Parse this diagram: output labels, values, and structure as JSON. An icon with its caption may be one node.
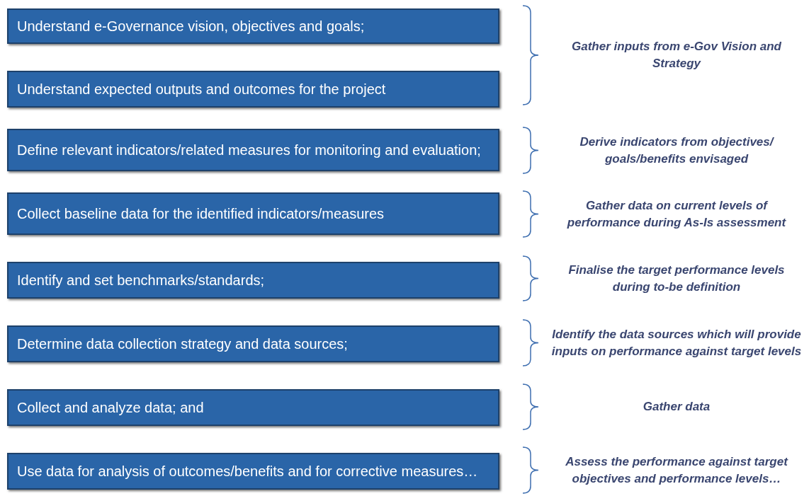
{
  "diagram": {
    "nodes": [
      {
        "text": [
          "Understand e-Governance vision, objectives and goals;"
        ]
      },
      {
        "text": [
          "Understand expected outputs and outcomes for the project"
        ]
      },
      {
        "text": [
          "Define relevant indicators/related measures for monitoring and evaluation;"
        ]
      },
      {
        "text": [
          "Collect baseline data for the identified indicators/measures"
        ]
      },
      {
        "text": [
          "Identify and set benchmarks/standards;"
        ]
      },
      {
        "text": [
          "Determine data collection strategy and data sources;"
        ]
      },
      {
        "text": [
          "Collect and analyze data; and"
        ]
      },
      {
        "text": [
          "Use data for analysis of outcomes/benefits and for corrective measures…"
        ]
      }
    ],
    "edges": [],
    "labels": [
      "Gather inputs from e-Gov Vision and Strategy",
      "Derive indicators from objectives/ goals/benefits envisaged",
      "Gather data on current levels of performance during As-Is assessment",
      "Finalise the target performance levels during to-be definition",
      "Identify the data sources which will provide inputs on performance against target levels",
      "Gather data",
      "Assess the performance against target objectives and performance levels…"
    ]
  }
}
